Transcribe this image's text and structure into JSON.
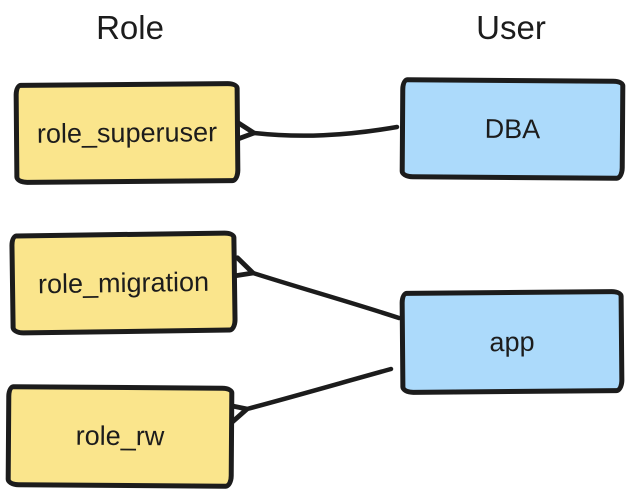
{
  "titles": {
    "roles_column": "Role",
    "users_column": "User"
  },
  "roles": [
    {
      "label": "role_superuser"
    },
    {
      "label": "role_migration"
    },
    {
      "label": "role_rw"
    }
  ],
  "users": [
    {
      "label": "DBA"
    },
    {
      "label": "app"
    }
  ],
  "edges": [
    {
      "from": "DBA",
      "to": "role_superuser"
    },
    {
      "from": "app",
      "to": "role_migration"
    },
    {
      "from": "app",
      "to": "role_rw"
    }
  ],
  "colors": {
    "role_fill": "#FAE58C",
    "user_fill": "#ACDAFB",
    "stroke": "#1C1C1C",
    "background": "#FFFFFF"
  }
}
